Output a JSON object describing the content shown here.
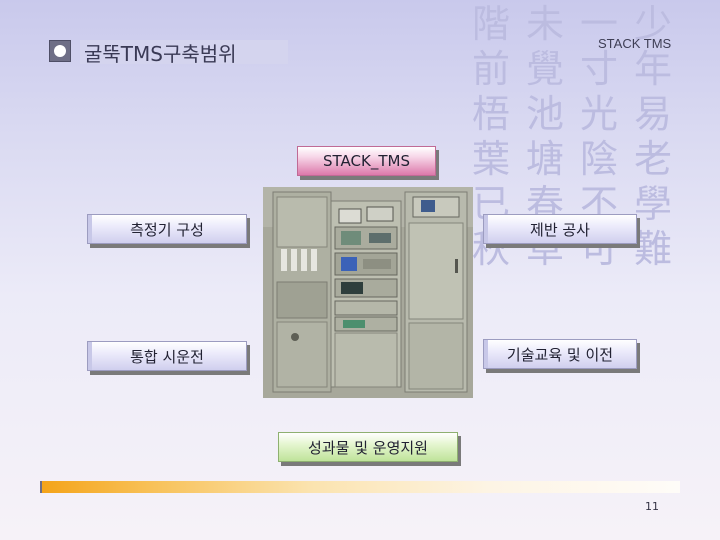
{
  "title": "굴뚝TMS구축범위",
  "corner_label": "STACK TMS",
  "center_label": "STACK_TMS",
  "items": {
    "top_left": "측정기 구성",
    "top_right": "제반 공사",
    "mid_left": "통합 시운전",
    "mid_right": "기술교육 및 이전",
    "bottom": "성과물 및 운영지원"
  },
  "page_number": "11",
  "background_text_columns": [
    "少年易老學難",
    "一寸光陰不可",
    "未覺池塘春草",
    "階前梧葉已秋"
  ],
  "photo": {
    "subject": "stack-tms-equipment-cabinet-icon"
  },
  "colors": {
    "lavender_box": "#d0cfee",
    "pink_box": "#dc79aa",
    "green_box": "#bfe39a",
    "footer_accent": "#f4a318"
  }
}
